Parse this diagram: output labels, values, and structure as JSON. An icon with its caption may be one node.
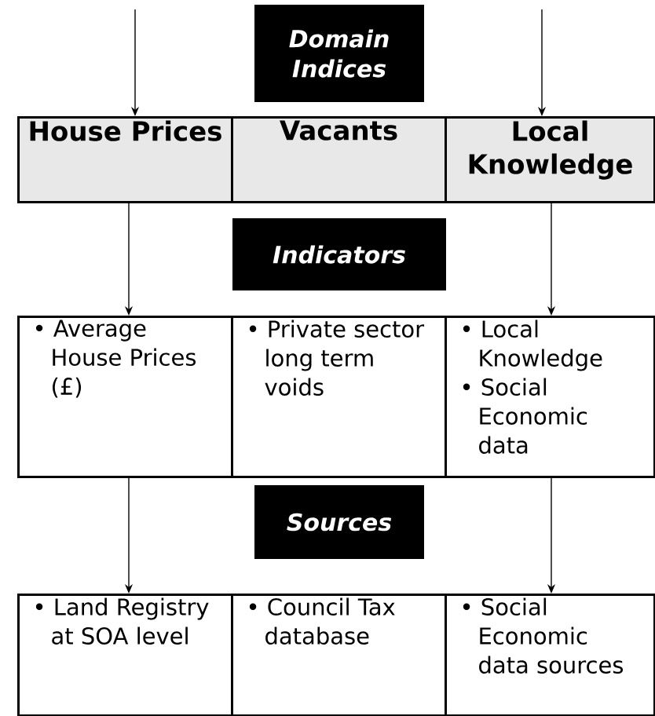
{
  "diagram": {
    "nodes": [
      {
        "text": [
          "Domain Indices"
        ]
      },
      {
        "text": [
          "House Prices"
        ]
      },
      {
        "text": [
          "Vacants"
        ]
      },
      {
        "text": [
          "Local Knowledge"
        ]
      },
      {
        "text": [
          "Indicators"
        ]
      },
      {
        "text": [
          "• Average House Prices (£)"
        ]
      },
      {
        "text": [
          "• Private sector long term voids"
        ]
      },
      {
        "text": [
          "• Local Knowledge",
          "• Social Economic data"
        ]
      },
      {
        "text": [
          "Sources"
        ]
      },
      {
        "text": [
          "• Land Registry at SOA level"
        ]
      },
      {
        "text": [
          "• Council Tax database"
        ]
      },
      {
        "text": [
          "• Social Economic data sources"
        ]
      }
    ],
    "edges": [
      {
        "from": null,
        "to": 1,
        "arrow": "to"
      },
      {
        "from": null,
        "to": 3,
        "arrow": "to"
      },
      {
        "from": 1,
        "to": 5,
        "arrow": "to"
      },
      {
        "from": 3,
        "to": 7,
        "arrow": "to"
      },
      {
        "from": 5,
        "to": 9,
        "arrow": "to"
      },
      {
        "from": 7,
        "to": 11,
        "arrow": "to"
      }
    ]
  }
}
